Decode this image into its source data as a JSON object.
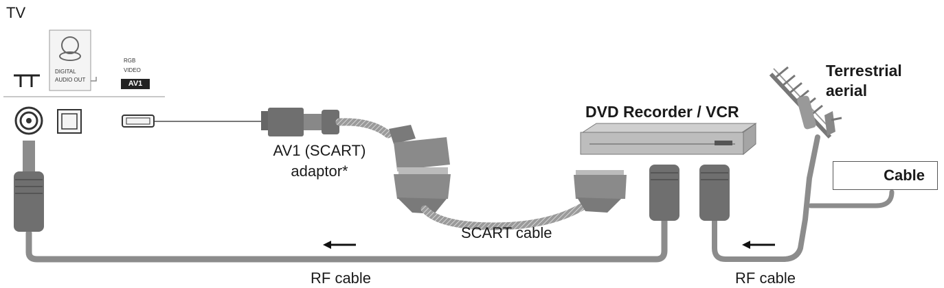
{
  "labels": {
    "tv": "TV",
    "dvd_recorder": "DVD Recorder / VCR",
    "terrestrial_aerial_line1": "Terrestrial",
    "terrestrial_aerial_line2": "aerial",
    "av1_adaptor_line1": "AV1 (SCART)",
    "av1_adaptor_line2": "adaptor*",
    "scart_cable": "SCART cable",
    "rf_cable_left": "RF cable",
    "rf_cable_right": "RF cable",
    "cable": "Cable"
  },
  "tv_panel": {
    "digital_audio_line1": "DIGITAL",
    "digital_audio_line2": "AUDIO OUT",
    "rgb": "RGB",
    "video": "VIDEO",
    "av1": "AV1"
  },
  "colors": {
    "cable": "#8c8c8c",
    "connector": "#7a7a7a",
    "panel": "#e6e6e6",
    "text": "#1a1a1a"
  }
}
